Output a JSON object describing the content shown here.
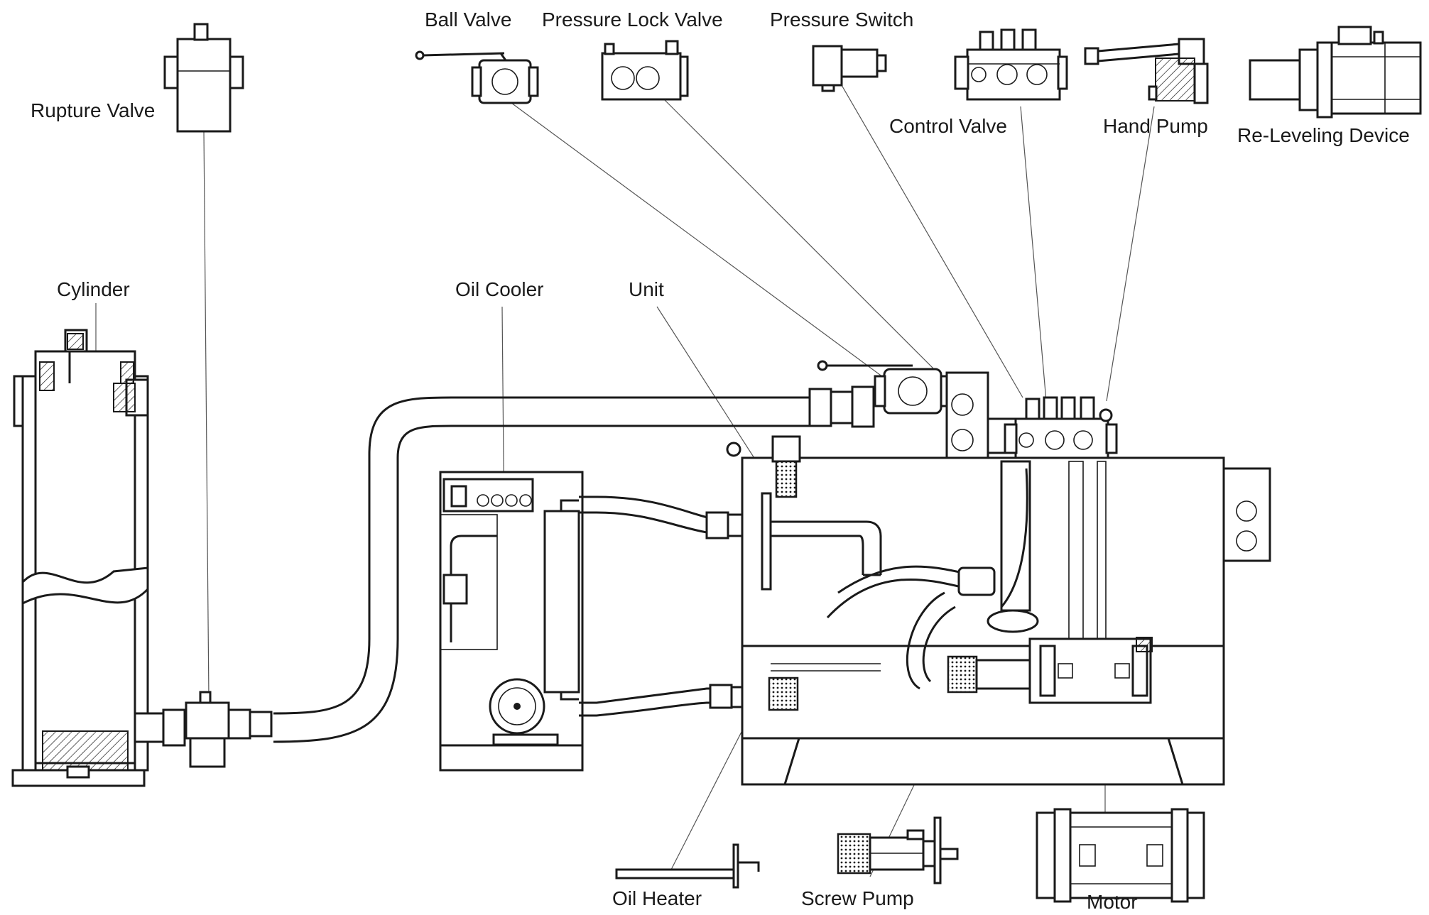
{
  "labels": {
    "rupture_valve": "Rupture Valve",
    "ball_valve": "Ball Valve",
    "pressure_lock_valve": "Pressure Lock Valve",
    "pressure_switch": "Pressure Switch",
    "control_valve": "Control Valve",
    "hand_pump": "Hand Pump",
    "re_leveling_device": "Re-Leveling Device",
    "cylinder": "Cylinder",
    "oil_cooler": "Oil Cooler",
    "unit": "Unit",
    "oil_heater": "Oil Heater",
    "screw_pump": "Screw Pump",
    "motor": "Motor"
  },
  "colors": {
    "line": "#1a1a1a",
    "leader": "#555555",
    "background": "#ffffff"
  }
}
